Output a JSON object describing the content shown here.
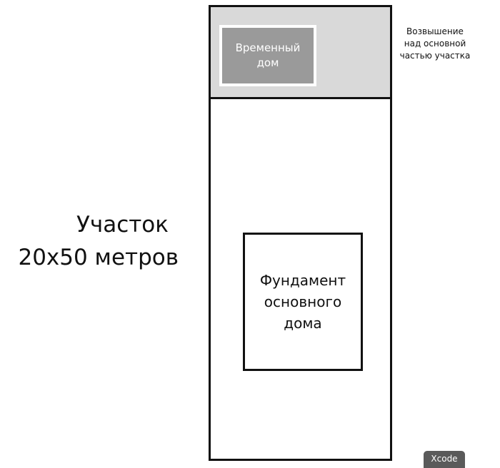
{
  "diagram": {
    "plot_caption": {
      "line1": "Участок",
      "line2": "20х50 метров"
    },
    "temporary_house_label": "Временный дом",
    "elevation_note": "Возвышение над основной частью участка",
    "foundation_label": "Фундамент основного дома"
  },
  "overlay": {
    "xcode_button_label": "Xcode"
  },
  "colors": {
    "outline": "#111111",
    "elevated_zone_fill": "#d9d9d9",
    "temporary_house_fill": "#9a9a9a",
    "badge_fill": "#5a5a5a"
  }
}
